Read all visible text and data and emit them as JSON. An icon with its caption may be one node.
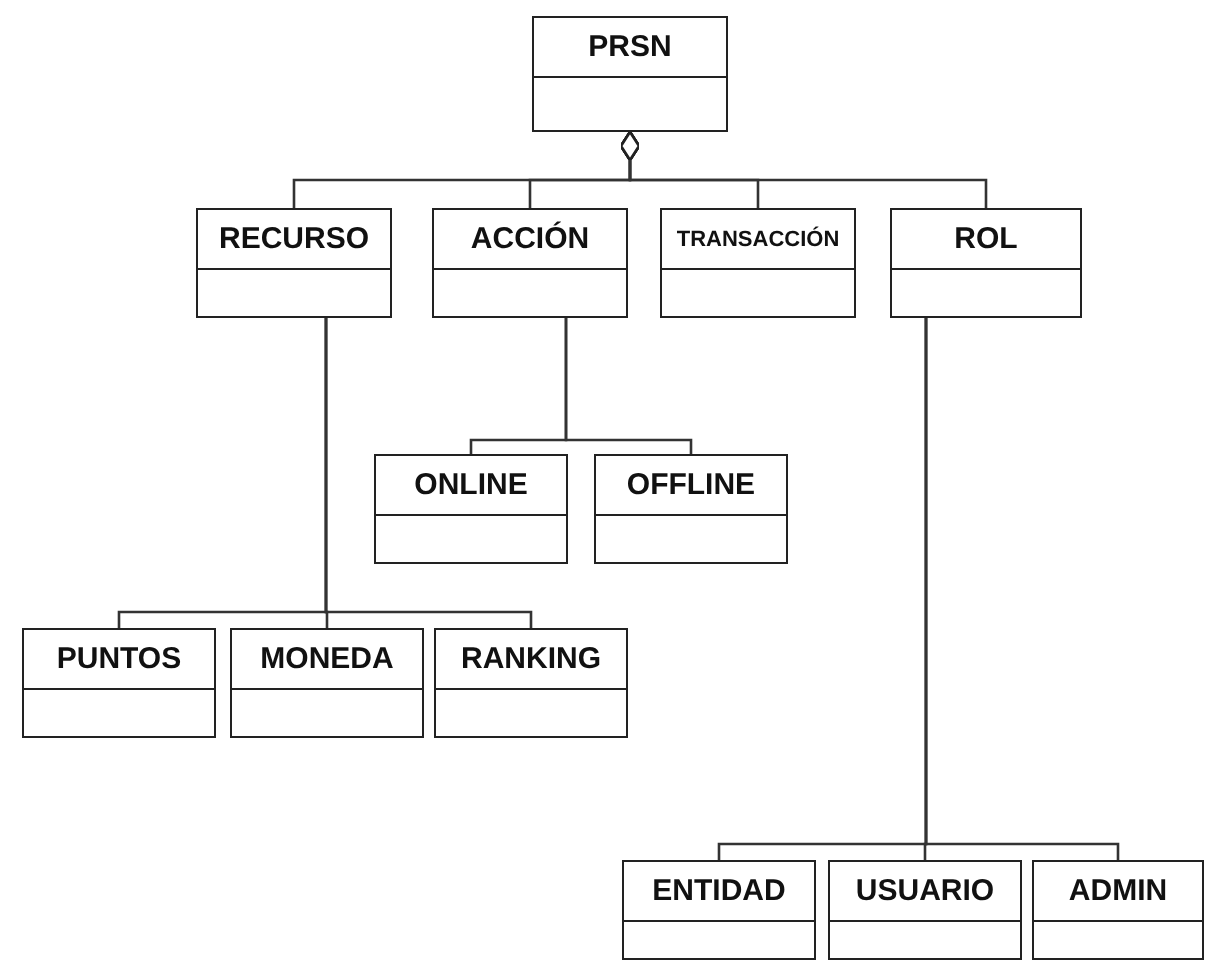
{
  "diagram": {
    "nodes": [
      {
        "text": [
          "PRSN"
        ]
      },
      {
        "text": [
          "RECURSO"
        ]
      },
      {
        "text": [
          "ACCIÓN"
        ]
      },
      {
        "text": [
          "TRANSACCIÓN"
        ]
      },
      {
        "text": [
          "ROL"
        ]
      },
      {
        "text": [
          "ONLINE"
        ]
      },
      {
        "text": [
          "OFFLINE"
        ]
      },
      {
        "text": [
          "PUNTOS"
        ]
      },
      {
        "text": [
          "MONEDA"
        ]
      },
      {
        "text": [
          "RANKING"
        ]
      },
      {
        "text": [
          "ENTIDAD"
        ]
      },
      {
        "text": [
          "USUARIO"
        ]
      },
      {
        "text": [
          "ADMIN"
        ]
      }
    ],
    "edges": [
      {
        "from": 1,
        "to": 0,
        "arrow": "other"
      },
      {
        "from": 2,
        "to": 0,
        "arrow": "other"
      },
      {
        "from": 3,
        "to": 0,
        "arrow": "other"
      },
      {
        "from": 4,
        "to": 0,
        "arrow": "other"
      },
      {
        "from": 2,
        "to": 5,
        "arrow": "none"
      },
      {
        "from": 2,
        "to": 6,
        "arrow": "none"
      },
      {
        "from": 1,
        "to": 7,
        "arrow": "none"
      },
      {
        "from": 1,
        "to": 8,
        "arrow": "none"
      },
      {
        "from": 1,
        "to": 9,
        "arrow": "none"
      },
      {
        "from": 4,
        "to": 10,
        "arrow": "none"
      },
      {
        "from": 4,
        "to": 11,
        "arrow": "none"
      },
      {
        "from": 4,
        "to": 12,
        "arrow": "none"
      }
    ]
  }
}
